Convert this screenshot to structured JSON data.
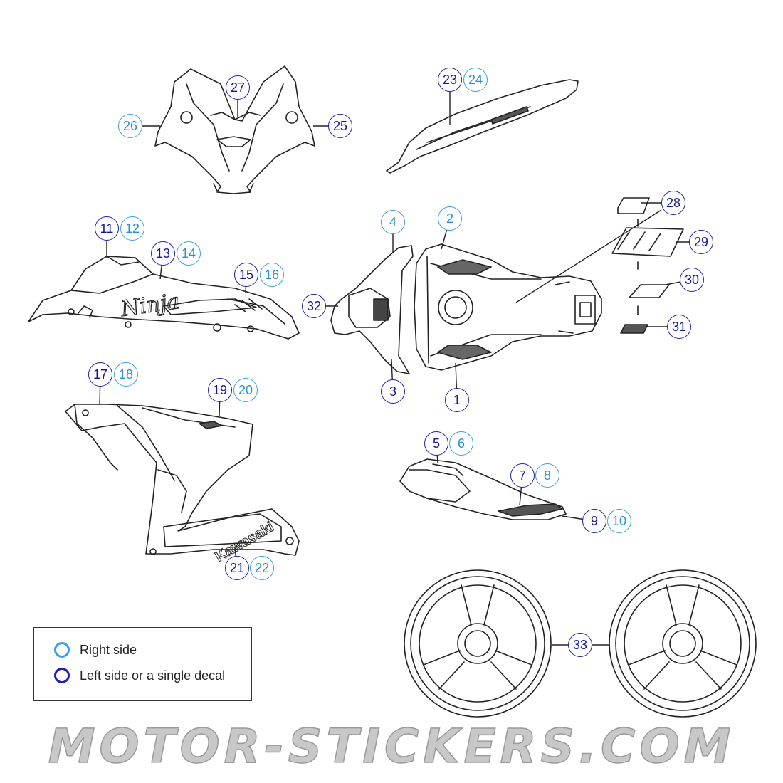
{
  "colors": {
    "left_side": "#1f1fb4",
    "right_side": "#3aa0e6",
    "line": "#222222",
    "watermark": "#c8c8c8"
  },
  "legend": {
    "right_label": "Right side",
    "left_label": "Left side or a single decal"
  },
  "callouts": [
    {
      "id": "c1",
      "label": "1",
      "side": "left"
    },
    {
      "id": "c2",
      "label": "2",
      "side": "right"
    },
    {
      "id": "c3",
      "label": "3",
      "side": "left"
    },
    {
      "id": "c4",
      "label": "4",
      "side": "right"
    },
    {
      "id": "c5",
      "label": "5",
      "side": "left"
    },
    {
      "id": "c6",
      "label": "6",
      "side": "right"
    },
    {
      "id": "c7",
      "label": "7",
      "side": "left"
    },
    {
      "id": "c8",
      "label": "8",
      "side": "right"
    },
    {
      "id": "c9",
      "label": "9",
      "side": "left"
    },
    {
      "id": "c10",
      "label": "10",
      "side": "right"
    },
    {
      "id": "c11",
      "label": "11",
      "side": "left"
    },
    {
      "id": "c12",
      "label": "12",
      "side": "right"
    },
    {
      "id": "c13",
      "label": "13",
      "side": "left"
    },
    {
      "id": "c14",
      "label": "14",
      "side": "right"
    },
    {
      "id": "c15",
      "label": "15",
      "side": "left"
    },
    {
      "id": "c16",
      "label": "16",
      "side": "right"
    },
    {
      "id": "c17",
      "label": "17",
      "side": "left"
    },
    {
      "id": "c18",
      "label": "18",
      "side": "right"
    },
    {
      "id": "c19",
      "label": "19",
      "side": "left"
    },
    {
      "id": "c20",
      "label": "20",
      "side": "right"
    },
    {
      "id": "c21",
      "label": "21",
      "side": "left"
    },
    {
      "id": "c22",
      "label": "22",
      "side": "right"
    },
    {
      "id": "c23",
      "label": "23",
      "side": "left"
    },
    {
      "id": "c24",
      "label": "24",
      "side": "right"
    },
    {
      "id": "c25",
      "label": "25",
      "side": "left"
    },
    {
      "id": "c26",
      "label": "26",
      "side": "right"
    },
    {
      "id": "c27",
      "label": "27",
      "side": "left"
    },
    {
      "id": "c28",
      "label": "28",
      "side": "left"
    },
    {
      "id": "c29",
      "label": "29",
      "side": "left"
    },
    {
      "id": "c30",
      "label": "30",
      "side": "left"
    },
    {
      "id": "c31",
      "label": "31",
      "side": "left"
    },
    {
      "id": "c32",
      "label": "32",
      "side": "left"
    },
    {
      "id": "c33",
      "label": "33",
      "side": "left"
    }
  ],
  "decal_text": {
    "ninja": "Ninja",
    "kawasaki": "Kawasaki"
  },
  "watermark": "MOTOR-STICKERS.COM"
}
